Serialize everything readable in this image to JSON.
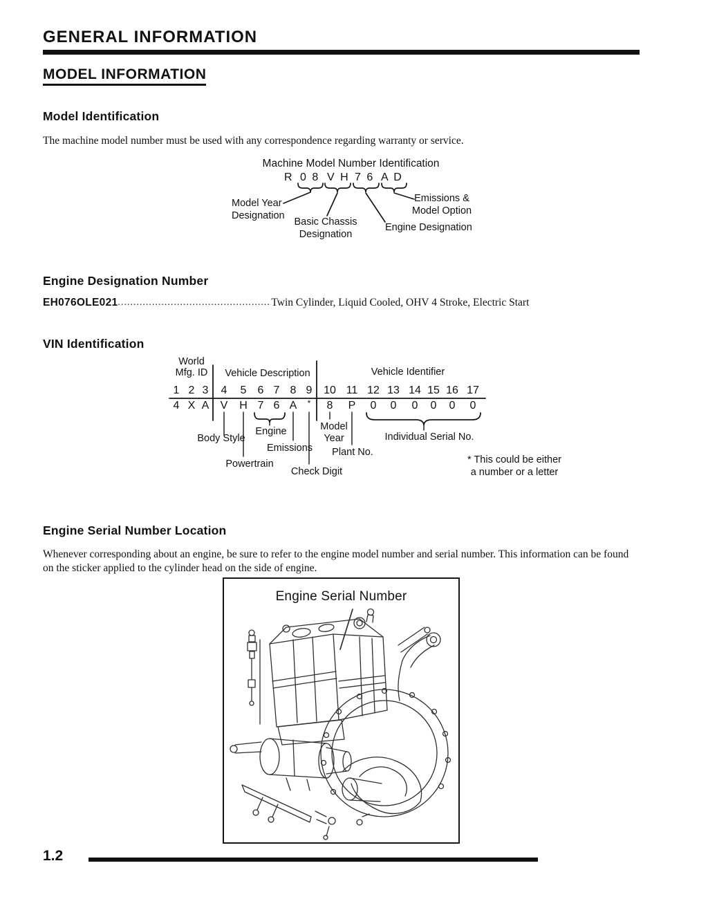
{
  "page": {
    "title": "GENERAL INFORMATION",
    "section": "MODEL INFORMATION",
    "page_number": "1.2"
  },
  "model_identification": {
    "heading": "Model Identification",
    "body": "The machine model number must be used with any correspondence regarding warranty or service."
  },
  "machine_model": {
    "title": "Machine Model Number Identification",
    "code": {
      "p1": "R",
      "p2": "0 8",
      "p3": "V H",
      "p4": "7 6",
      "p5": "A D"
    },
    "labels": {
      "model_year": "Model Year\nDesignation",
      "basic_chassis": "Basic Chassis\nDesignation",
      "engine": "Engine Designation",
      "emissions": "Emissions &\nModel Option"
    }
  },
  "engine_designation": {
    "heading": "Engine Designation Number",
    "code": "EH076OLE021",
    "dots": "........................................................................",
    "description": "Twin Cylinder, Liquid Cooled, OHV 4 Stroke, Electric Start"
  },
  "vin": {
    "heading": "VIN Identification",
    "groups": {
      "world": "World\nMfg. ID",
      "description": "Vehicle Description",
      "identifier": "Vehicle Identifier"
    },
    "positions": [
      "1",
      "2",
      "3",
      "4",
      "5",
      "6",
      "7",
      "8",
      "9",
      "10",
      "11",
      "12",
      "13",
      "14",
      "15",
      "16",
      "17"
    ],
    "values": [
      "4",
      "X",
      "A",
      "V",
      "H",
      "7",
      "6",
      "A",
      "*",
      "8",
      "P",
      "0",
      "0",
      "0",
      "0",
      "0",
      "0"
    ],
    "callouts": {
      "body_style": "Body Style",
      "powertrain": "Powertrain",
      "engine": "Engine",
      "emissions": "Emissions",
      "check_digit": "Check Digit",
      "model_year": "Model\nYear",
      "plant_no": "Plant No.",
      "serial_no": "Individual Serial No."
    },
    "note": "* This could be either\na number or a letter"
  },
  "engine_serial": {
    "heading": "Engine Serial Number Location",
    "body": "Whenever corresponding about an engine, be sure to refer to the engine model number and serial number.  This information can be found on the sticker applied to the cylinder head on the side of engine.",
    "figure_label": "Engine Serial Number"
  }
}
